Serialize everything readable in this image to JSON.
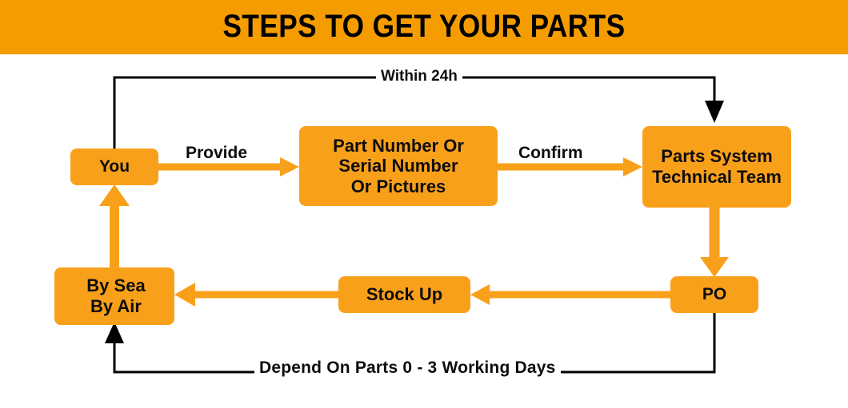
{
  "header": {
    "title": "STEPS TO GET YOUR PARTS",
    "background_color": "#f59c00",
    "text_color": "#000000"
  },
  "theme": {
    "node_fill": "#f9a01b",
    "orange_arrow": "#f9a01b",
    "black_arrow": "#000000",
    "page_background": "#ffffff",
    "node_text": "#0d0d0d"
  },
  "diagram": {
    "type": "flowchart",
    "nodes": [
      {
        "id": "you",
        "label": "You",
        "lines": [
          "You"
        ]
      },
      {
        "id": "part_number",
        "label": "Part Number Or Serial Number Or Pictures",
        "lines": [
          "Part Number Or",
          "Serial Number",
          "Or Pictures"
        ]
      },
      {
        "id": "parts_team",
        "label": "Parts System Technical Team",
        "lines": [
          "Parts System",
          "Technical Team"
        ]
      },
      {
        "id": "po",
        "label": "PO",
        "lines": [
          "PO"
        ]
      },
      {
        "id": "stock_up",
        "label": "Stock Up",
        "lines": [
          "Stock Up"
        ]
      },
      {
        "id": "by_sea_by_air",
        "label": "By Sea By Air",
        "lines": [
          "By Sea",
          "By Air"
        ]
      }
    ],
    "edges": [
      {
        "from": "you",
        "to": "part_number",
        "label": "Provide",
        "color": "#f9a01b"
      },
      {
        "from": "part_number",
        "to": "parts_team",
        "label": "Confirm",
        "color": "#f9a01b"
      },
      {
        "from": "you",
        "to": "parts_team",
        "label": "Within 24h",
        "color": "#000000"
      },
      {
        "from": "parts_team",
        "to": "po",
        "label": "",
        "color": "#f9a01b"
      },
      {
        "from": "po",
        "to": "stock_up",
        "label": "",
        "color": "#f9a01b"
      },
      {
        "from": "stock_up",
        "to": "by_sea_by_air",
        "label": "",
        "color": "#f9a01b"
      },
      {
        "from": "by_sea_by_air",
        "to": "you",
        "label": "",
        "color": "#f9a01b"
      },
      {
        "from": "po",
        "to": "by_sea_by_air",
        "label": "Depend On Parts  0 - 3  Working Days",
        "color": "#000000"
      }
    ]
  },
  "labels": {
    "provide": "Provide",
    "confirm": "Confirm",
    "within_24h": "Within 24h",
    "depend_on_parts": "Depend On Parts  0 - 3  Working Days"
  }
}
